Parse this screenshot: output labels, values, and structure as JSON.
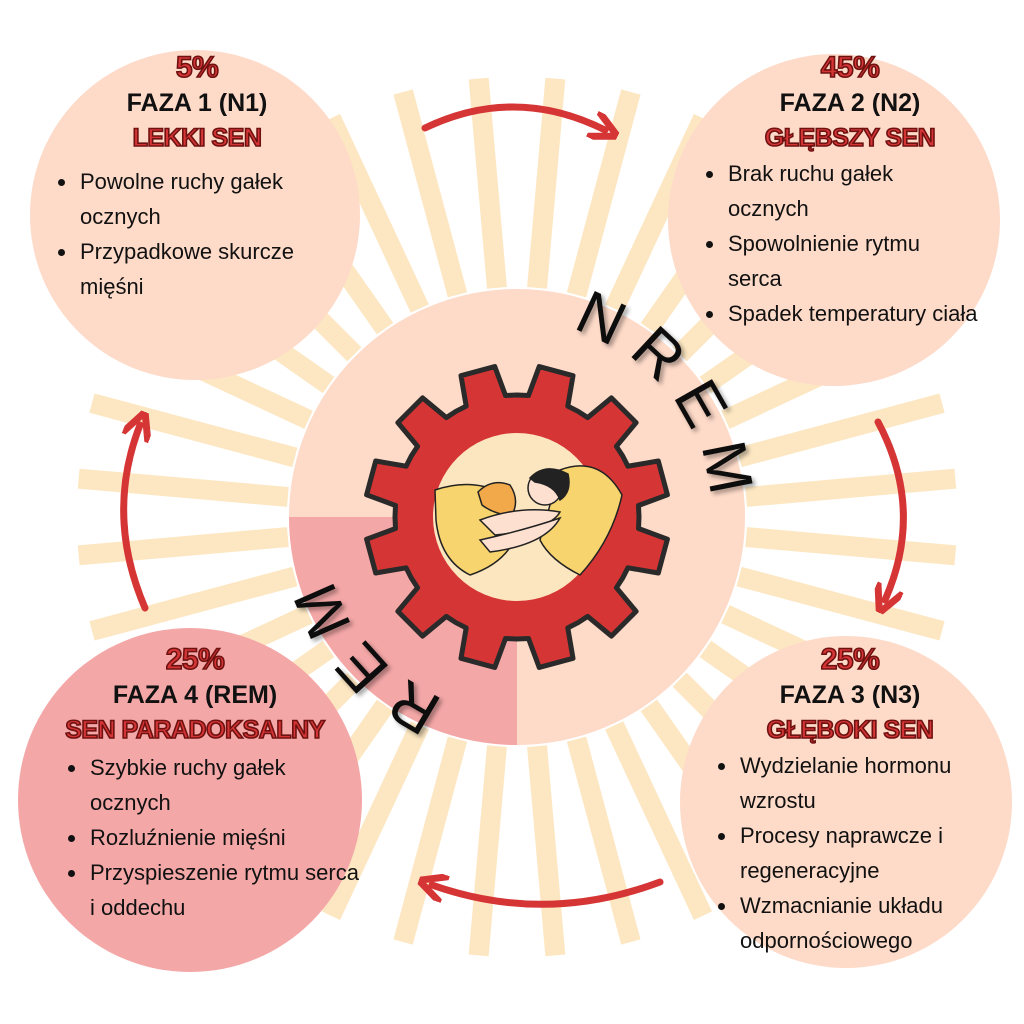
{
  "center": {
    "nrem_label": "NREM",
    "rem_label": "REM"
  },
  "phases": [
    {
      "percent": "5%",
      "title": "FAZA 1 (N1)",
      "subtitle": "LEKKI SEN",
      "bullets": [
        "Powolne ruchy gałek ocznych",
        "Przypadkowe skurcze mięśni"
      ]
    },
    {
      "percent": "45%",
      "title": "FAZA 2 (N2)",
      "subtitle": "GŁĘBSZY SEN",
      "bullets": [
        "Brak ruchu gałek ocznych",
        "Spowolnienie rytmu serca",
        "Spadek temperatury ciała"
      ]
    },
    {
      "percent": "25%",
      "title": "FAZA 3 (N3)",
      "subtitle": "GŁĘBOKI SEN",
      "bullets": [
        "Wydzielanie hormonu wzrostu",
        "Procesy naprawcze i regeneracyjne",
        "Wzmacnianie układu odpornościowego"
      ]
    },
    {
      "percent": "25%",
      "title": "FAZA 4 (REM)",
      "subtitle": "SEN PARADOKSALNY",
      "bullets": [
        "Szybkie ruchy gałek ocznych",
        "Rozluźnienie mięśni",
        "Przyspieszenie rytmu serca i oddechu"
      ]
    }
  ],
  "colors": {
    "nrem_bg": "#fedac8",
    "rem_bg": "#f4a7a7",
    "accent": "#d63535",
    "rays": "#fde7c2",
    "gear_center": "#fce6bf"
  }
}
